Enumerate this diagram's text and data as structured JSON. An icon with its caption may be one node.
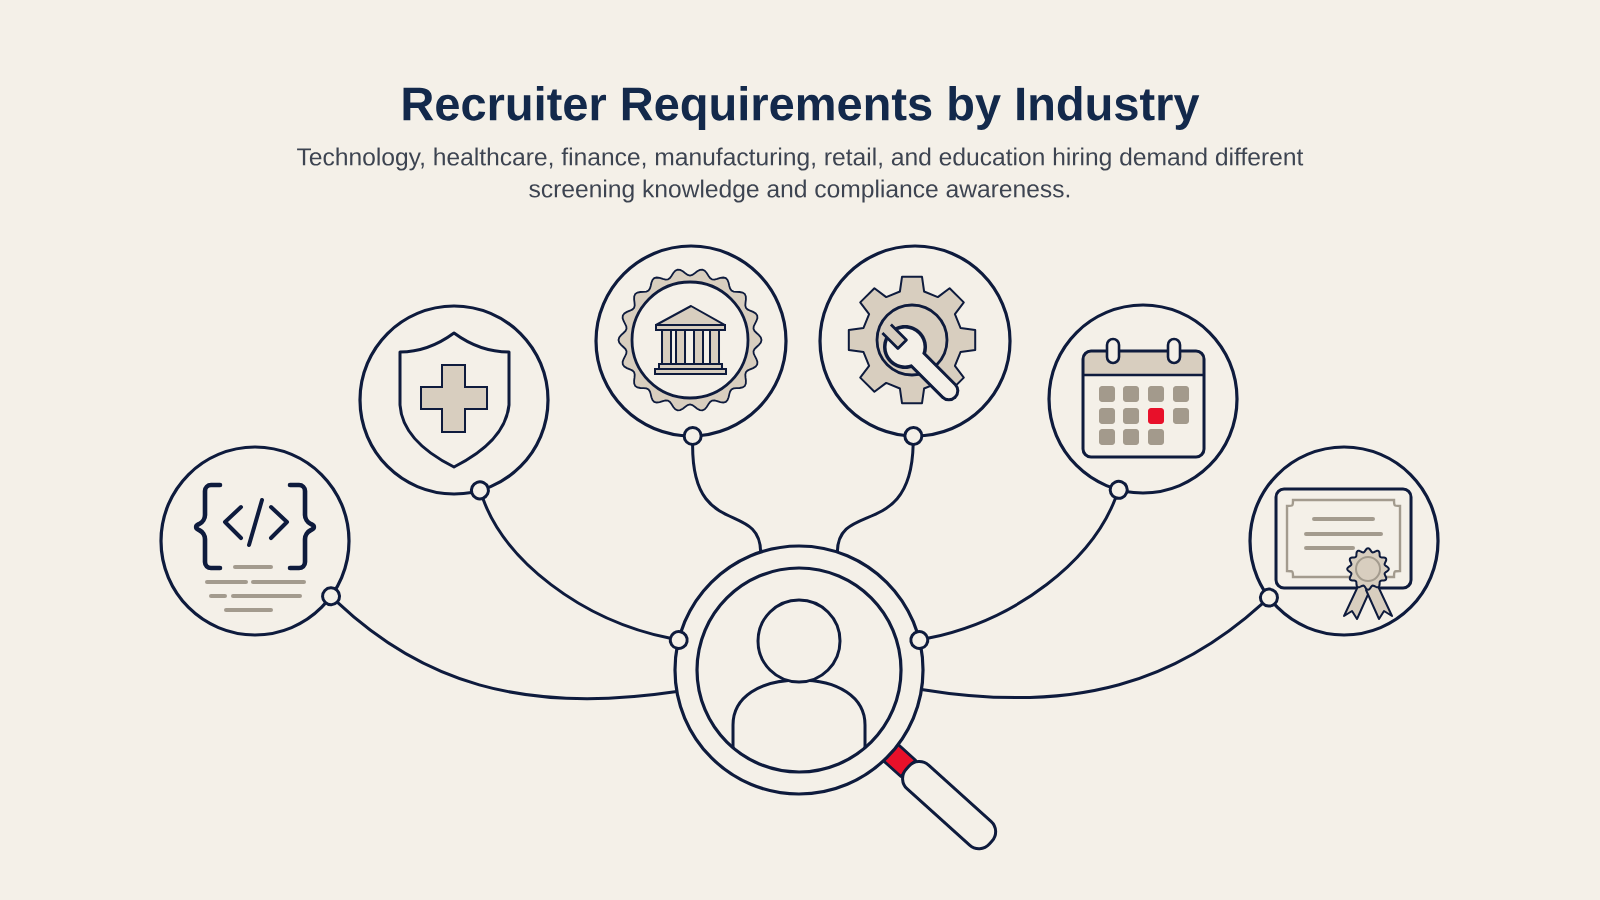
{
  "diagram": {
    "title": "Recruiter Requirements by Industry",
    "nodes": [
      {
        "text": [],
        "shape": "circle"
      },
      {
        "text": [],
        "shape": "circle"
      },
      {
        "text": [],
        "shape": "circle"
      },
      {
        "text": [],
        "shape": "circle"
      },
      {
        "text": [],
        "shape": "circle"
      },
      {
        "text": [],
        "shape": "circle"
      },
      {
        "text": [],
        "shape": "circle"
      }
    ],
    "edges": [
      {
        "from": 0,
        "to": 6,
        "arrow": "other"
      },
      {
        "from": 1,
        "to": 6,
        "arrow": "other"
      },
      {
        "from": 2,
        "to": 6,
        "arrow": "other"
      },
      {
        "from": 3,
        "to": 6,
        "arrow": "other"
      },
      {
        "from": 4,
        "to": 6,
        "arrow": "other"
      },
      {
        "from": 5,
        "to": 6,
        "arrow": "other"
      }
    ],
    "labels": [
      "Technology, healthcare, finance, manufacturing, retail, and education hiring demand different screening knowledge and compliance awareness."
    ]
  }
}
